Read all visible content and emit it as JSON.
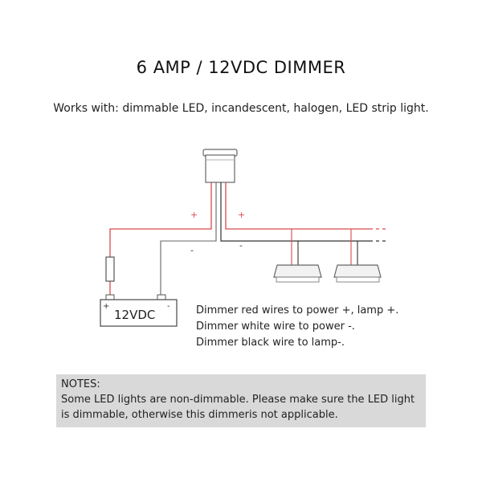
{
  "title": "6 AMP / 12VDC DIMMER",
  "subtitle": "Works with: dimmable LED, incandescent, halogen, LED strip light.",
  "battery": {
    "label": "12VDC",
    "plus": "+",
    "minus": "-"
  },
  "polarity": {
    "plus_left": "+",
    "plus_right": "+",
    "minus_left": "-",
    "minus_right": "-"
  },
  "instructions": [
    "Dimmer red wires to power +, lamp +.",
    "Dimmer white wire to power -.",
    "Dimmer black wire to lamp-."
  ],
  "notes": {
    "heading": "NOTES:",
    "lines": [
      "Some LED lights are non-dimmable. Please make sure the LED light",
      "is dimmable, otherwise this dimmeris not applicable."
    ]
  },
  "colors": {
    "red_wire": "#d94a4a",
    "black_wire": "#333333",
    "note_bg": "#d9d9d9"
  }
}
